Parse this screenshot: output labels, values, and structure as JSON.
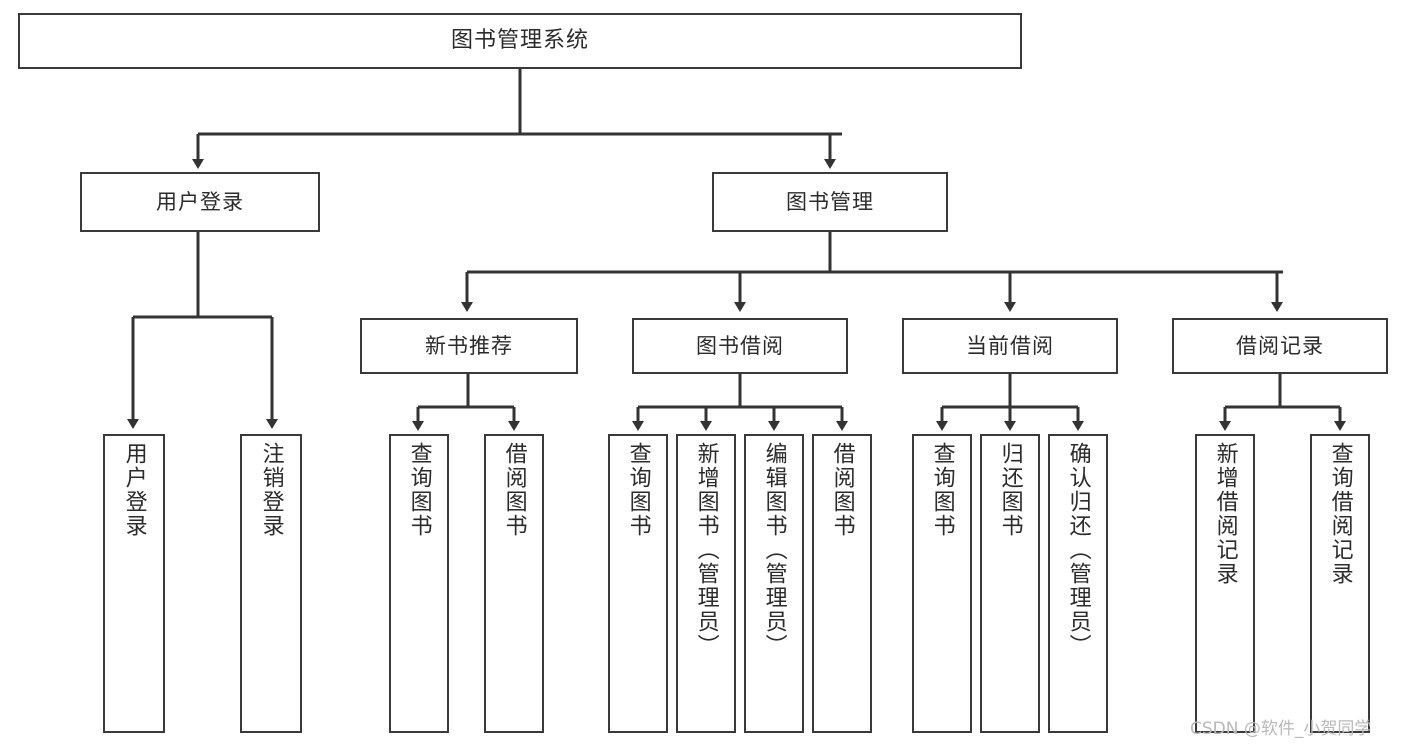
{
  "diagram": {
    "title": "图书管理系统",
    "type": "hierarchy-tree",
    "colors": {
      "background": "#ffffff",
      "box_border": "#3a3a3a",
      "box_fill": "#ffffff",
      "edge": "#333333",
      "text": "#2b2b2b",
      "watermark": "#b9b9b9"
    },
    "root": {
      "label": "图书管理系统"
    },
    "level1": [
      {
        "label": "用户登录"
      },
      {
        "label": "图书管理"
      }
    ],
    "level2": [
      {
        "label": "新书推荐"
      },
      {
        "label": "图书借阅"
      },
      {
        "label": "当前借阅"
      },
      {
        "label": "借阅记录"
      }
    ],
    "leaves": {
      "user_login": [
        {
          "label": "用户登录"
        },
        {
          "label": "注销登录"
        }
      ],
      "new_book_recommend": [
        {
          "label": "查询图书"
        },
        {
          "label": "借阅图书"
        }
      ],
      "book_borrow": [
        {
          "label": "查询图书"
        },
        {
          "label": "新增图书（管理员）"
        },
        {
          "label": "编辑图书（管理员）"
        },
        {
          "label": "借阅图书"
        }
      ],
      "current_borrow": [
        {
          "label": "查询图书"
        },
        {
          "label": "归还图书"
        },
        {
          "label": "确认归还（管理员）"
        }
      ],
      "borrow_record": [
        {
          "label": "新增借阅记录"
        },
        {
          "label": "查询借阅记录"
        }
      ]
    },
    "watermark": "CSDN @软件_小贺同学"
  }
}
